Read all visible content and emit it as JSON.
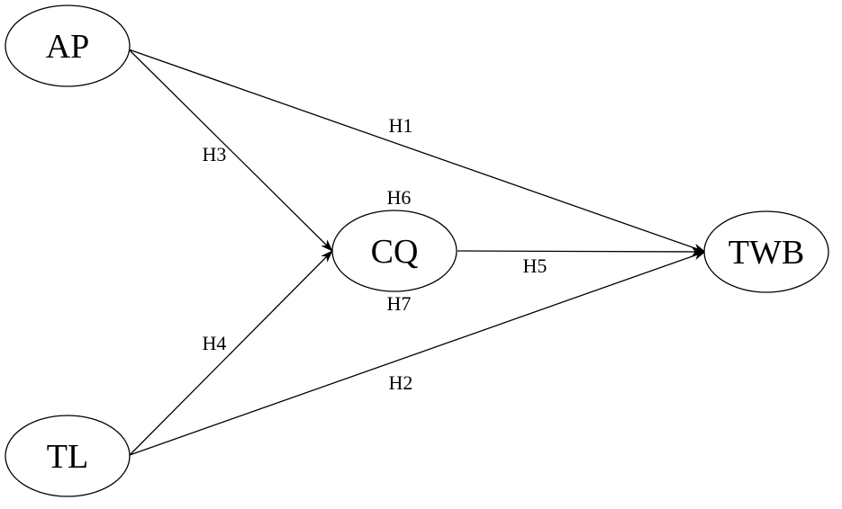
{
  "nodes": {
    "ap": "AP",
    "tl": "TL",
    "cq": "CQ",
    "twb": "TWB"
  },
  "hypotheses": {
    "h1": "H1",
    "h2": "H2",
    "h3": "H3",
    "h4": "H4",
    "h5": "H5",
    "h6": "H6",
    "h7": "H7"
  },
  "edges": [
    {
      "from": "AP",
      "to": "TWB",
      "label": "H1"
    },
    {
      "from": "TL",
      "to": "TWB",
      "label": "H2"
    },
    {
      "from": "AP",
      "to": "CQ",
      "label": "H3"
    },
    {
      "from": "TL",
      "to": "CQ",
      "label": "H4"
    },
    {
      "from": "CQ",
      "to": "TWB",
      "label": "H5"
    }
  ],
  "colors": {
    "stroke": "#000000",
    "background": "#ffffff"
  }
}
